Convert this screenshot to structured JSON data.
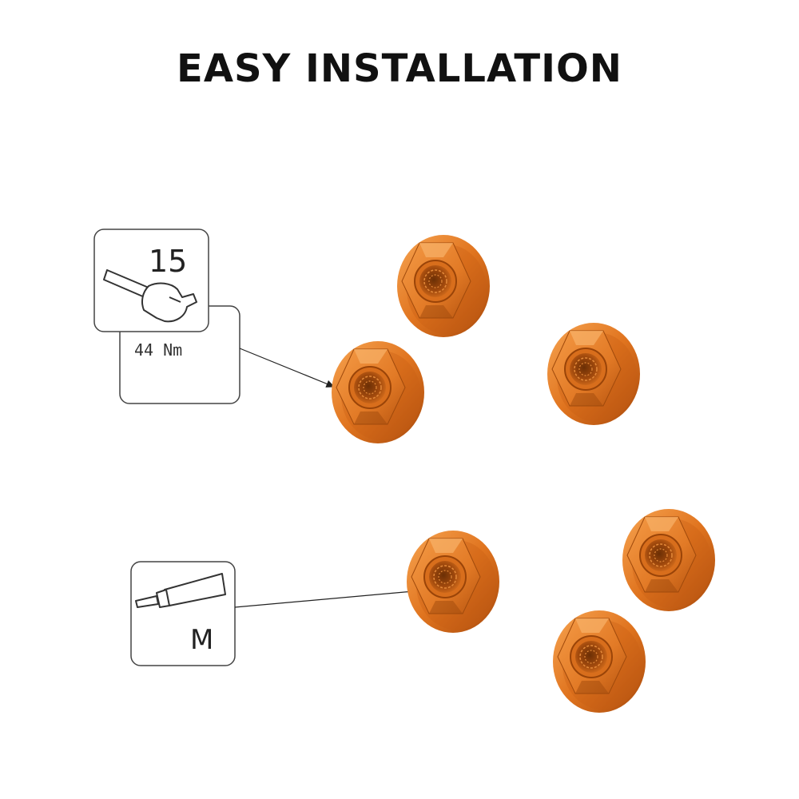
{
  "title": "EASY INSTALLATION",
  "torque_callout": {
    "wrench_size": "15",
    "torque": "44 Nm",
    "icon": "wrench-icon"
  },
  "grease_callout": {
    "label": "M",
    "icon": "grease-tube-icon"
  },
  "colors": {
    "nut_orange": "#e0741f",
    "nut_dark": "#b85510",
    "nut_light": "#f49a45",
    "line": "#333333"
  },
  "nuts_count": 6
}
